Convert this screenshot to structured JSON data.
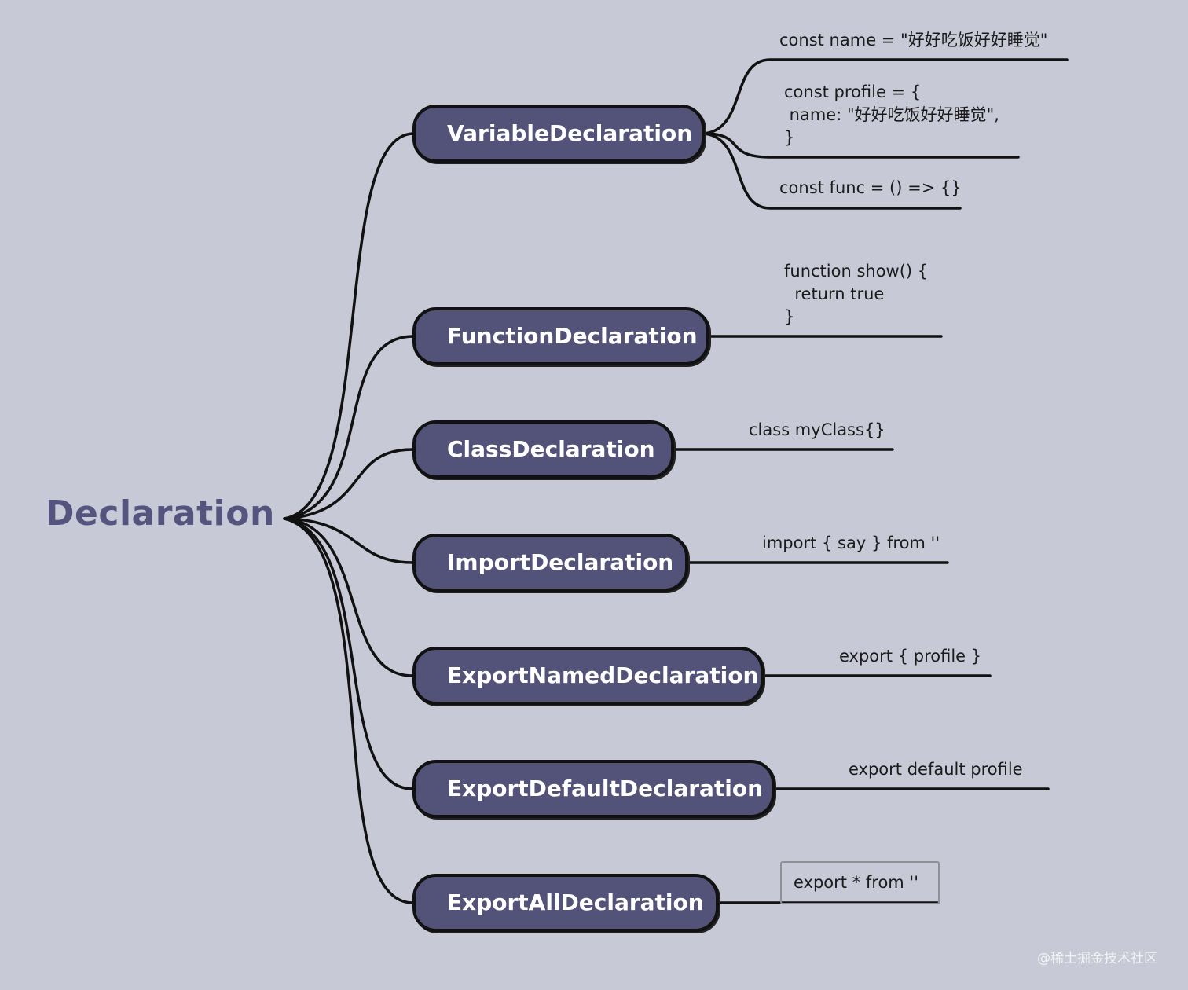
{
  "root": {
    "label": "Declaration"
  },
  "branches": [
    {
      "label": "VariableDeclaration",
      "examples": [
        "const name = \"好好吃饭好好睡觉\"",
        "const profile = {\n name: \"好好吃饭好好睡觉\",\n}",
        "const func = () => {}"
      ]
    },
    {
      "label": "FunctionDeclaration",
      "examples": [
        "function show() {\n  return true\n}"
      ]
    },
    {
      "label": "ClassDeclaration",
      "examples": [
        "class myClass{}"
      ]
    },
    {
      "label": "ImportDeclaration",
      "examples": [
        "import { say } from ''"
      ]
    },
    {
      "label": "ExportNamedDeclaration",
      "examples": [
        "export { profile }"
      ]
    },
    {
      "label": "ExportDefaultDeclaration",
      "examples": [
        "export default profile"
      ]
    },
    {
      "label": "ExportAllDeclaration",
      "examples": [
        "export * from ''"
      ]
    }
  ],
  "watermark": "@稀土掘金技术社区",
  "colors": {
    "background": "#c8c9d6",
    "node_fill": "#535379",
    "node_border": "#111111",
    "root_text": "#55547e",
    "line": "#111111"
  }
}
